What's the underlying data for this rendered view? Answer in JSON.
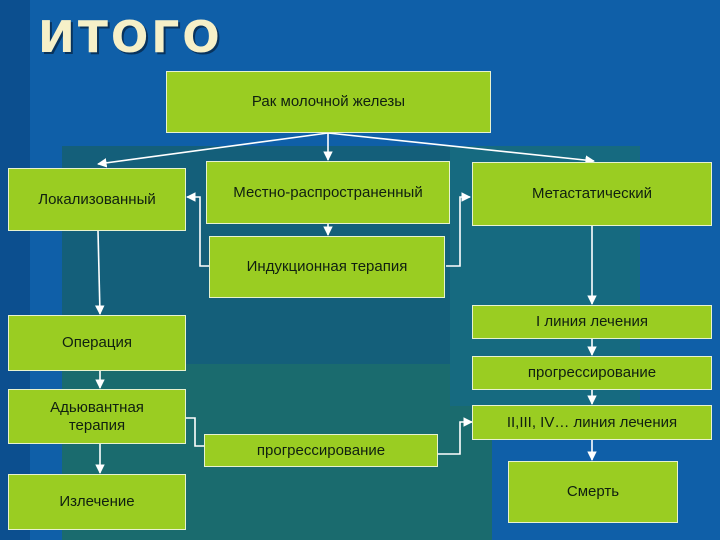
{
  "title": "ИТОГО",
  "nodes": {
    "root": "Рак молочной железы",
    "localized": "Локализованный",
    "locally_advanced": "Местно-распространенный",
    "metastatic": "Метастатический",
    "induction": "Индукционная терапия",
    "operation": "Операция",
    "adjuvant": "Адьювантная терапия",
    "cure": "Излечение",
    "first_line": "I линия лечения",
    "progression_right": "прогрессирование",
    "next_lines": "II,III, IV… линия лечения",
    "progression_bottom": "прогрессирование",
    "death": "Смерть"
  },
  "colors": {
    "background": "#0f5fa8",
    "box_fill": "#9acd22",
    "box_border": "#e8f2cf",
    "connector": "#ffffff",
    "title": "#f6f0c8"
  }
}
